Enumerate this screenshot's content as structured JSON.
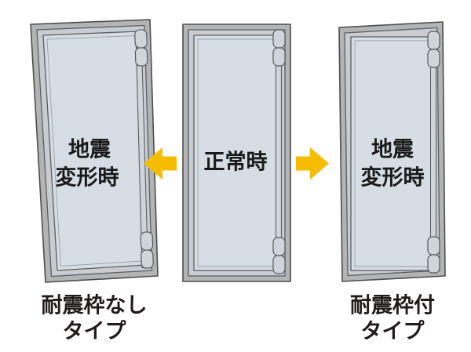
{
  "diagram": {
    "title": "",
    "background_color": "#ffffff",
    "palette": {
      "frame_outer": "#b4b4b4",
      "frame_outer_stroke": "#4d4d4d",
      "frame_inner": "#c9cdd1",
      "panel_fill": "#d6dde4",
      "panel_stroke": "#5a5f63",
      "hinge_fill": "#cfd5da",
      "hinge_stroke": "#55595d",
      "arrow_fill": "#f5bc00",
      "text_color": "#1a1a1a",
      "caption_color": "#211c1c"
    },
    "panels": [
      {
        "id": "left-door",
        "state": "deformed",
        "frame_type": "none",
        "door_label_lines": [
          "地震",
          "変形時"
        ],
        "caption_lines": [
          "耐震枠なし",
          "タイプ"
        ],
        "hinge_count": 4
      },
      {
        "id": "center-door",
        "state": "normal",
        "frame_type": "reference",
        "door_label_lines": [
          "正常時"
        ],
        "caption_lines": [],
        "hinge_count": 4
      },
      {
        "id": "right-door",
        "state": "deformed",
        "frame_type": "seismic",
        "door_label_lines": [
          "地震",
          "変形時"
        ],
        "caption_lines": [
          "耐震枠付",
          "タイプ"
        ],
        "hinge_count": 4
      }
    ],
    "arrows": [
      {
        "id": "arrow-left",
        "direction": "left",
        "icon": "arrow-left-icon",
        "color": "#f5bc00"
      },
      {
        "id": "arrow-right",
        "direction": "right",
        "icon": "arrow-right-icon",
        "color": "#f5bc00"
      }
    ]
  }
}
